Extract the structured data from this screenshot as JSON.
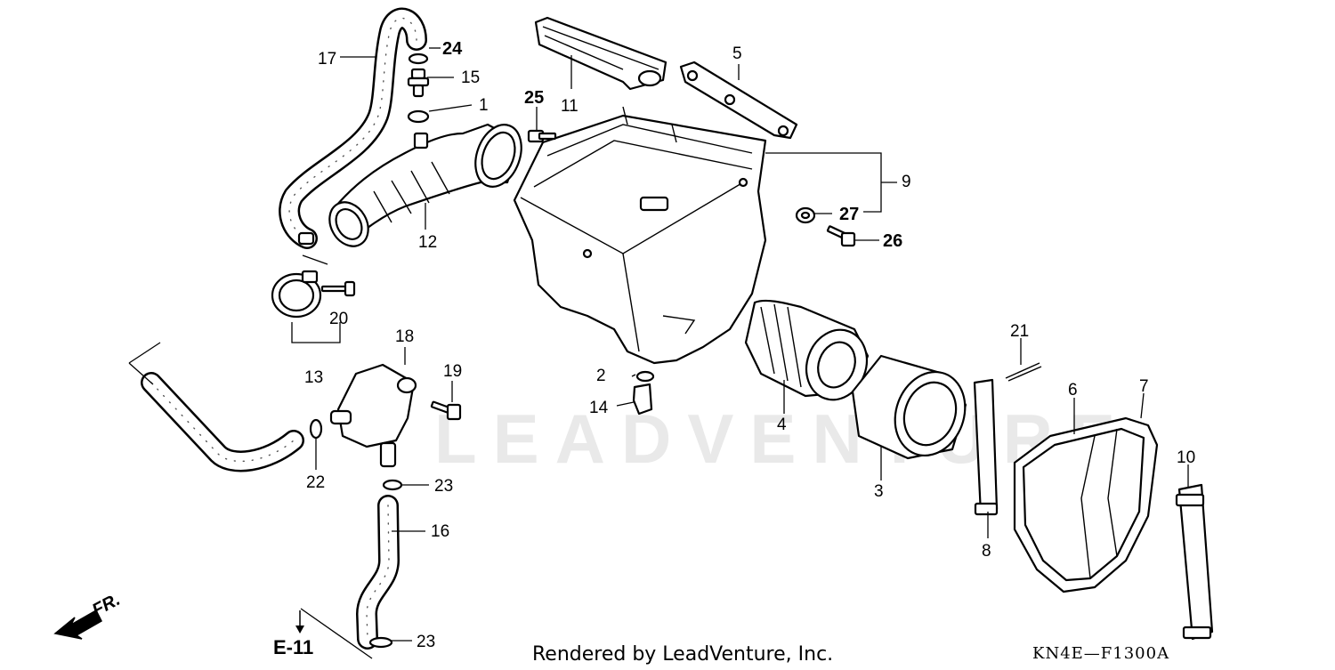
{
  "watermark": "LEADVENTURE",
  "footer": {
    "rendered_by": "Rendered by LeadVenture, Inc.",
    "diagram_code": "KN4E—F1300A"
  },
  "direction_marker": {
    "label": "FR.",
    "icon": "front-direction-arrow"
  },
  "reference": {
    "label": "E-11",
    "icon": "down-arrow"
  },
  "callouts": {
    "c1": "1",
    "c2": "2",
    "c3": "3",
    "c4": "4",
    "c5": "5",
    "c6": "6",
    "c7": "7",
    "c8": "8",
    "c9": "9",
    "c10": "10",
    "c11": "11",
    "c12": "12",
    "c13": "13",
    "c14": "14",
    "c15": "15",
    "c16": "16",
    "c17": "17",
    "c18": "18",
    "c19": "19",
    "c20": "20",
    "c21": "21",
    "c22": "22",
    "c23a": "23",
    "c23b": "23",
    "c24": "24",
    "c25": "25",
    "c26": "26",
    "c27": "27"
  }
}
